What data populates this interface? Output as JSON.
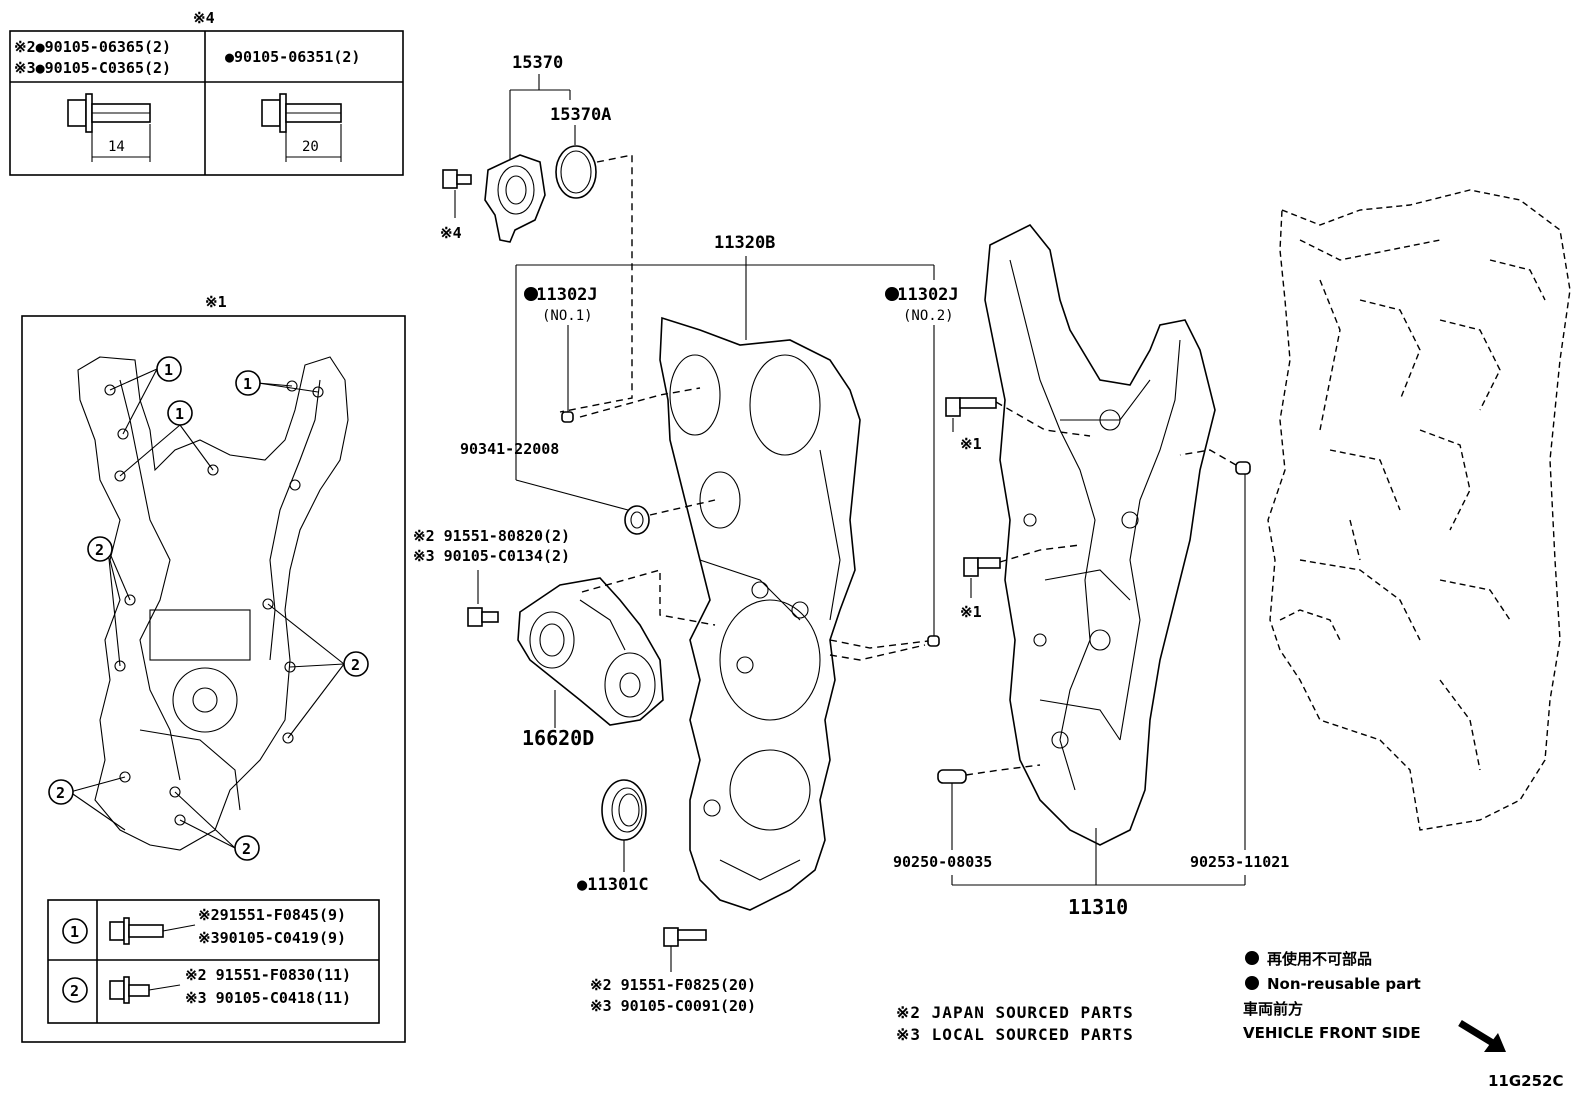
{
  "diagram_id": "11G252C",
  "legend_markers": {
    "m1": "※1",
    "m4": "※4"
  },
  "bolt_table": {
    "left_line1": "※2●90105-06365(2)",
    "left_line2": "※3●90105-C0365(2)",
    "left_dim": "14",
    "right_line1": "●90105-06351(2)",
    "right_dim": "20"
  },
  "inset_legend": {
    "row1_num": "1",
    "row1_line1": "※291551-F0845(9)",
    "row1_line2": "※390105-C0419(9)",
    "row2_num": "2",
    "row2_line1": "※2 91551-F0830(11)",
    "row2_line2": "※3 90105-C0418(11)"
  },
  "parts": {
    "p15370": "15370",
    "p15370A": "15370A",
    "p11320B": "11320B",
    "p11302J_1": "●11302J",
    "p11302J_1_sub": "(NO.1)",
    "p11302J_2": "●11302J",
    "p11302J_2_sub": "(NO.2)",
    "p90341": "90341-22008",
    "bolt_tensioner_1": "※2 91551-80820(2)",
    "bolt_tensioner_2": "※3 90105-C0134(2)",
    "p16620D": "16620D",
    "p11301C": "●11301C",
    "bolt_bottom_1": "※2 91551-F0825(20)",
    "bolt_bottom_2": "※3 90105-C0091(20)",
    "p90250": "90250-08035",
    "p90253": "90253-11021",
    "p11310": "11310",
    "m_bolt_upper": "※1",
    "m_bolt_lower": "※1",
    "m_bolt_top": "※4"
  },
  "callouts": {
    "c1": "1",
    "c2": "2"
  },
  "legend": {
    "nonreusable_jp": "再使用不可部品",
    "nonreusable_en": "Non-reusable part",
    "front_jp": "車両前方",
    "front_en": "VEHICLE FRONT SIDE",
    "note_japan": "※2 JAPAN SOURCED PARTS",
    "note_local": "※3 LOCAL SOURCED PARTS"
  }
}
